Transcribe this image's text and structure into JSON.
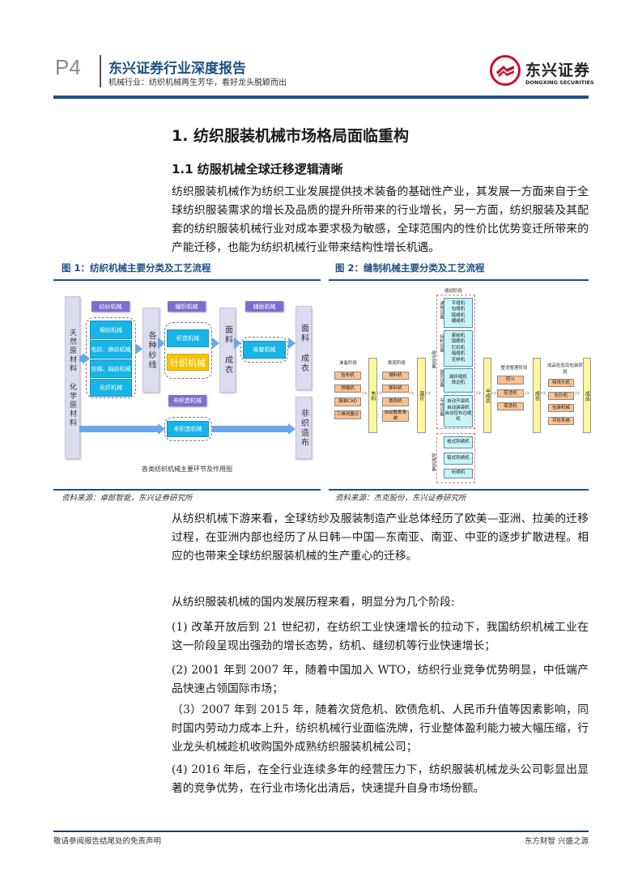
{
  "header": {
    "page": "P4",
    "title": "东兴证券行业深度报告",
    "subtitle": "机械行业：纺织机械再生芳华，看好龙头脱颖而出",
    "logo_cn": "东兴证券",
    "logo_en": "DONGXING SECURITIES",
    "accent": "#1d4f86",
    "logo_color": "#c8102e"
  },
  "section": {
    "title": "1. 纺织服装机械市场格局面临重构",
    "subtitle": "1.1 纺服机械全球迁移逻辑清晰"
  },
  "paragraphs": {
    "p1": "纺织服装机械作为纺织工业发展提供技术装备的基础性产业，其发展一方面来自于全球纺织服装需求的增长及品质的提升所带来的行业增长，另一方面，纺织服装及其配套的纺织服装机械行业对成本要求极为敏感，全球范围内的性价比优势变迁所带来的产能迁移，也能为纺织机械行业带来结构性增长机遇。",
    "p2": "从纺织机械下游来看，全球纺纱及服装制造产业总体经历了欧美—亚洲、拉美的迁移过程，在亚洲内部也经历了从日韩—中国—东南亚、南亚、中亚的逐步扩散进程。相应的也带来全球纺织服装机械的生产重心的迁移。",
    "p3": "从纺织服装机械的国内发展历程来看，明显分为几个阶段:",
    "p4": "(1) 改革开放后到 21 世纪初，在纺织工业快速增长的拉动下，我国纺织机械工业在这一阶段呈现出强劲的增长态势，纺机、缝纫机等行业快速增长；",
    "p5": "(2) 2001 年到 2007 年，随着中国加入 WTO，纺织行业竞争优势明显，中低端产品快速占领国际市场；",
    "p6": "（3）2007 年到 2015 年，随着次贷危机、欧债危机、人民币升值等因素影响，同时国内劳动力成本上升，纺织机械行业面临洗牌，行业整体盈利能力被大幅压缩，行业龙头机械趁机收购国外成熟纺织服装机械公司；",
    "p7": "(4) 2016 年后，在全行业连续多年的经营压力下，纺织服装机械龙头公司彰显出显著的竞争优势，在行业市场化出清后，快速提升自身市场份额。"
  },
  "figure1": {
    "title": "图 1：纺织机械主要分类及工艺流程",
    "source": "资料来源：卓郎智能，东兴证券研究所",
    "raw": "天然原材料  化学原材料",
    "spinning_header": "纺纱机械",
    "spinning": [
      "棉纺机械",
      "毛纺、麻纺机械",
      "丝绸、绢纺机械",
      "化纤机械"
    ],
    "yarn": "各种纱线",
    "weaving_header": "编织机械",
    "weaving": [
      "织造机械",
      "针织机械"
    ],
    "fabric1": "面料 成衣",
    "aux_header": "辅助机械",
    "aux": "染整机械",
    "fabric2": "面料 成衣",
    "nonwoven_header": "非织造机械",
    "nonwoven": "非织造机械",
    "nonwoven_out": "非织造布",
    "caption": "各类纺织机械主要环节及作用图"
  },
  "figure2": {
    "title": "图 2：缝制机械主要分类及工艺流程",
    "source": "资料来源：杰克股份，东兴证券研究所",
    "prep_stage": "准备阶段",
    "prep": [
      "验布机",
      "预缩机",
      "服装CAD",
      "三维测量仪"
    ],
    "cloth": "布料",
    "cut_stage": "裁剪阶段",
    "cut": [
      "铺料机",
      "断料机",
      "裁剪机",
      "自动裁剪系统"
    ],
    "pieces": "裁片",
    "sewing_stage": "缝纫阶段",
    "sewing_equip": "缝合设备",
    "groups": [
      {
        "label": "通用设备",
        "items": [
          "平缝机",
          "包缝机",
          "链缝机",
          "绷缝机"
        ]
      },
      {
        "label": "特种设备",
        "items": [
          "套结机",
          "锁眼机",
          "钉扣机",
          "暗缝机",
          "花样机"
        ]
      },
      {
        "label": "装饰设备",
        "items": [
          "曲折缝机",
          "珠边机"
        ]
      },
      {
        "label": "专用设备",
        "items": [
          "自动开袋机",
          "自动装袋机",
          "自动控布边缝机"
        ]
      }
    ],
    "embroidery_label": "刺绣设备",
    "embroidery": [
      "梭式刺绣机",
      "链式刺绣机",
      "绗绣机"
    ],
    "semi": "半成衣",
    "iron_stage": "整烫整理阶段",
    "iron": [
      "熨斗",
      "熨烫机",
      "蒸烫机"
    ],
    "garment": "成衣",
    "pack_stage": "成品检验及包装阶段",
    "pack": [
      "吸线头机",
      "验针机",
      "包装机械",
      "吊挂系统"
    ],
    "product": "成品"
  },
  "footer": {
    "left": "敬请参阅报告结尾处的免责声明",
    "right": "东方财智 兴盛之源"
  }
}
